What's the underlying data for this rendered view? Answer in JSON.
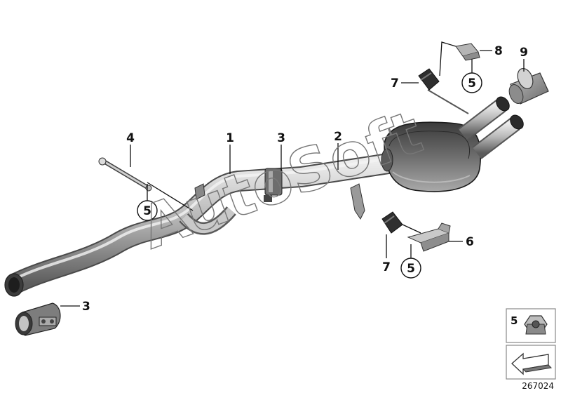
{
  "watermark": "AutoSoft",
  "drawing_number": "267024",
  "callouts": {
    "c1": "1",
    "c2": "2",
    "c3_top": "3",
    "c3_bottom": "3",
    "c4": "4",
    "c5_left": "5",
    "c5_right": "5",
    "c5_top": "5",
    "c6": "6",
    "c7_top": "7",
    "c7_bottom": "7",
    "c8": "8",
    "c9": "9"
  },
  "legend": {
    "item_number": "5",
    "item_icon": "hex-nut-icon",
    "nav_icon": "arrow-left-icon"
  },
  "colors": {
    "pipe_light": "#d8d8d8",
    "pipe_mid": "#9a9a9a",
    "pipe_dark": "#4a4a4a",
    "line": "#111111"
  }
}
